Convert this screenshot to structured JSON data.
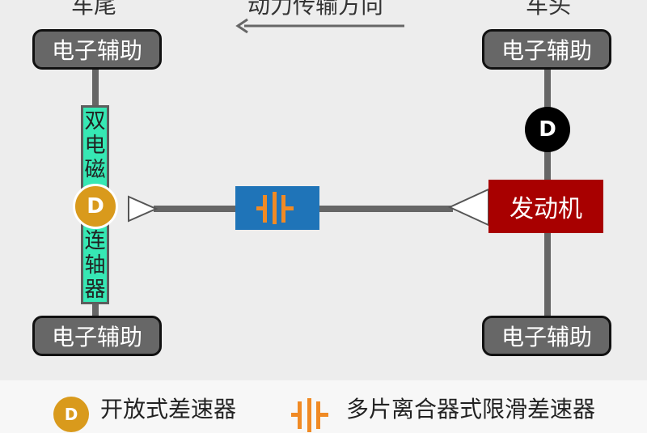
{
  "labels": {
    "rear": "车尾",
    "front": "车头",
    "direction": "动力传输方向"
  },
  "boxes": {
    "assist_rear_top": "电子辅助",
    "assist_rear_bottom": "电子辅助",
    "assist_front_top": "电子辅助",
    "assist_front_bottom": "电子辅助",
    "engine": "发动机"
  },
  "coupler": {
    "upper_text": "双\n电\n磁",
    "lower_text": "连\n轴\n器"
  },
  "differential": {
    "symbol": "D"
  },
  "legend": {
    "open_diff_symbol": "D",
    "open_diff_label": "开放式差速器",
    "clutch_label": "多片离合器式限滑差速器"
  },
  "colors": {
    "background": "#ededed",
    "assist_box": "#676767",
    "engine": "#a80000",
    "coupler": "#36e8b4",
    "clutch_box": "#1f74b8",
    "clutch_symbol": "#f08a24",
    "rear_diff": "#d99a1c",
    "front_diff": "#000000",
    "shaft": "#666666"
  },
  "icons": {
    "direction_arrow": "arrow-left-icon",
    "clutch": "multi-plate-clutch-icon",
    "cone_rear": "triangle-left-icon",
    "cone_front": "triangle-right-icon"
  }
}
